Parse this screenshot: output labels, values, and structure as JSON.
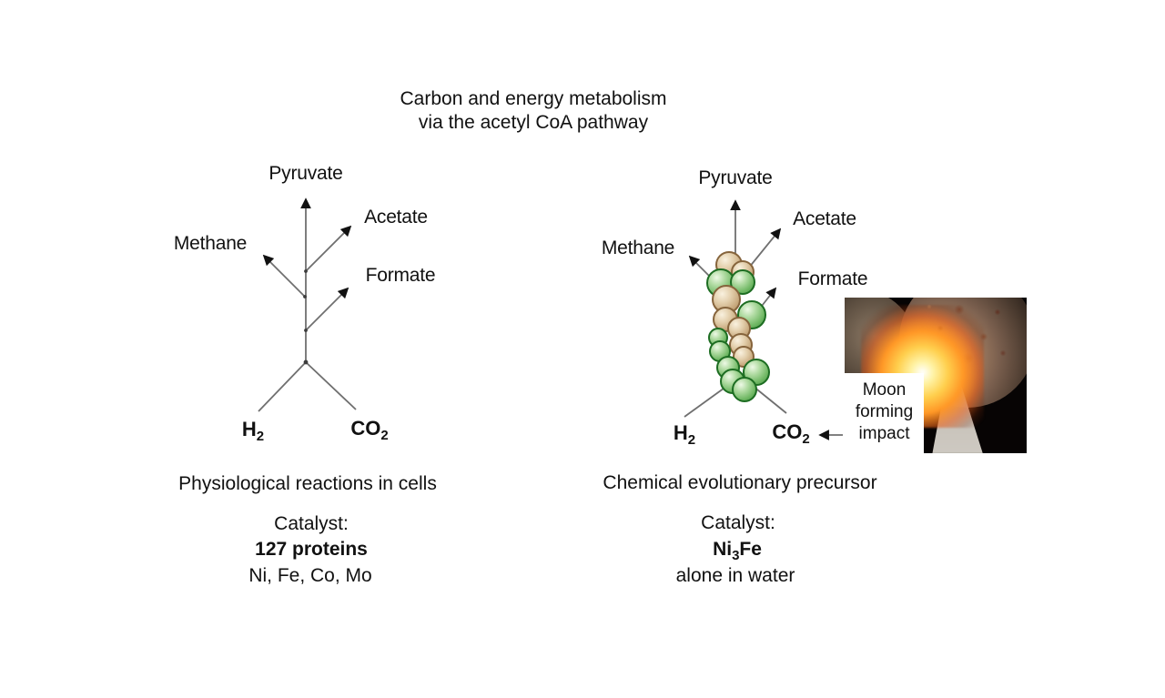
{
  "slide": {
    "title_line1": "Carbon and energy metabolism",
    "title_line2": "via the acetyl CoA pathway"
  },
  "left_diagram": {
    "products": {
      "pyruvate": "Pyruvate",
      "acetate": "Acetate",
      "methane": "Methane",
      "formate": "Formate"
    },
    "substrate_h2": {
      "pre": "H",
      "sub": "2",
      "post": ""
    },
    "substrate_co2": {
      "pre": "CO",
      "sub": "2",
      "post": ""
    },
    "caption": "Physiological reactions in cells",
    "catalyst_label": "Catalyst:",
    "catalyst_name": "127 proteins",
    "catalyst_detail": "Ni, Fe, Co, Mo"
  },
  "right_diagram": {
    "products": {
      "pyruvate": "Pyruvate",
      "acetate": "Acetate",
      "methane": "Methane",
      "formate": "Formate"
    },
    "substrate_h2": {
      "pre": "H",
      "sub": "2",
      "post": ""
    },
    "substrate_co2": {
      "pre": "CO",
      "sub": "2",
      "post": ""
    },
    "caption": "Chemical evolutionary precursor",
    "catalyst_label": "Catalyst:",
    "catalyst_name": {
      "pre": "Ni",
      "sub": "3",
      "post": "Fe"
    },
    "catalyst_detail": "alone in water",
    "moon_image": {
      "label_line1": "Moon",
      "label_line2": "forming",
      "label_line3": "impact"
    }
  },
  "colors": {
    "background": "#ffffff",
    "text": "#111111",
    "line_gray": "#6f6f6f",
    "arrowhead_black": "#111111",
    "sphere_green": "#6fb763",
    "sphere_tan": "#d9c2a0",
    "impact_orange": "#ff9726"
  }
}
